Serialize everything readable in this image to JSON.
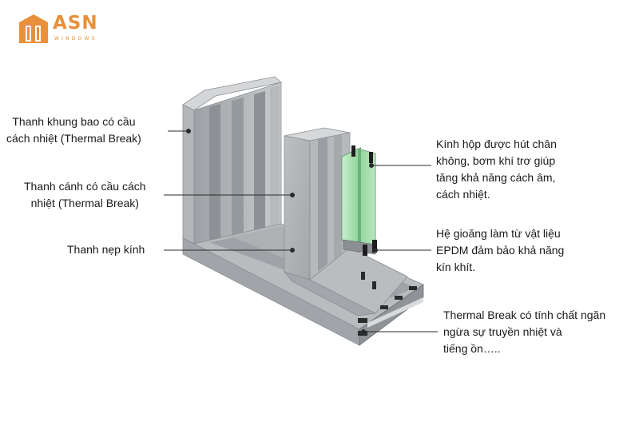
{
  "brand": {
    "name": "ASN",
    "sub": "WINDOWS",
    "color": "#e8903a"
  },
  "labels": {
    "frame": [
      "Thanh khung bao có cầu",
      "cách nhiệt (Thermal Break)"
    ],
    "sash": [
      "Thanh cánh có cầu cách",
      "nhiệt (Thermal Break)"
    ],
    "bead": [
      "Thanh nẹp kính"
    ],
    "glass": [
      "Kính hộp được hút chân",
      "không, bơm khí trơ giúp",
      "tăng khả năng cách âm,",
      "cách nhiệt."
    ],
    "gasket": [
      "Hệ gioăng làm từ vật liệu",
      "EPDM đảm bảo khả năng",
      "kín khít."
    ],
    "thermal": [
      "Thermal Break có tính chất ngăn",
      "ngừa sự truyền nhiệt  và",
      "tiếng ồn….."
    ]
  },
  "colors": {
    "frame_light": "#c6c8ca",
    "frame_mid": "#a9acaf",
    "frame_dark": "#7f8387",
    "glass": "#9fd9a8",
    "gasket": "#1e1e1e"
  }
}
